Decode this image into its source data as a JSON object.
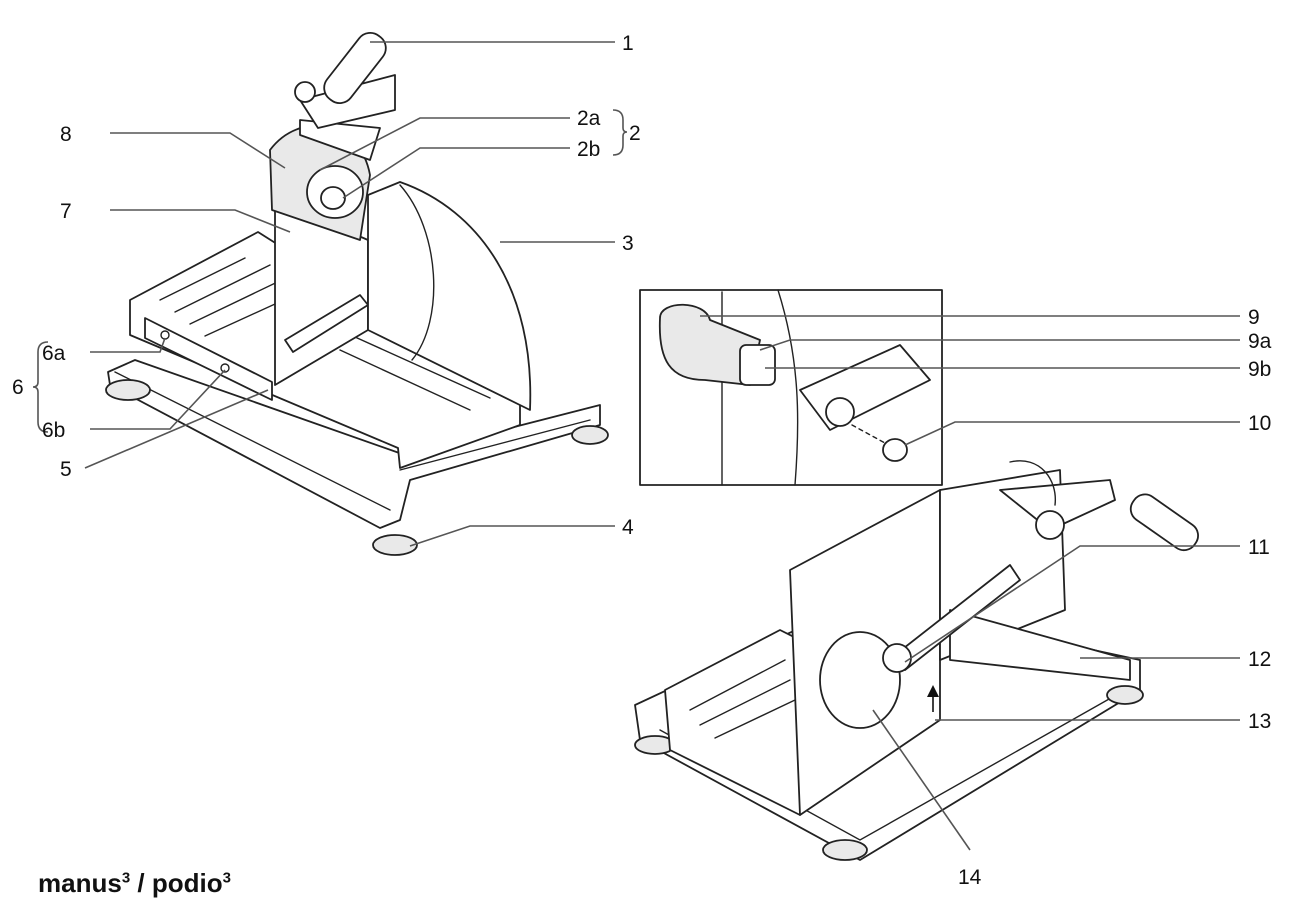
{
  "title": {
    "product_a": "manus",
    "sup_a": "3",
    "separator": " / ",
    "product_b": "podio",
    "sup_b": "3"
  },
  "labels": {
    "l1": "1",
    "l2a": "2a",
    "l2b": "2b",
    "l2": "2",
    "l3": "3",
    "l4": "4",
    "l5": "5",
    "l6": "6",
    "l6a": "6a",
    "l6b": "6b",
    "l7": "7",
    "l8": "8",
    "l9": "9",
    "l9a": "9a",
    "l9b": "9b",
    "l10": "10",
    "l11": "11",
    "l12": "12",
    "l13": "13",
    "l14": "14"
  }
}
